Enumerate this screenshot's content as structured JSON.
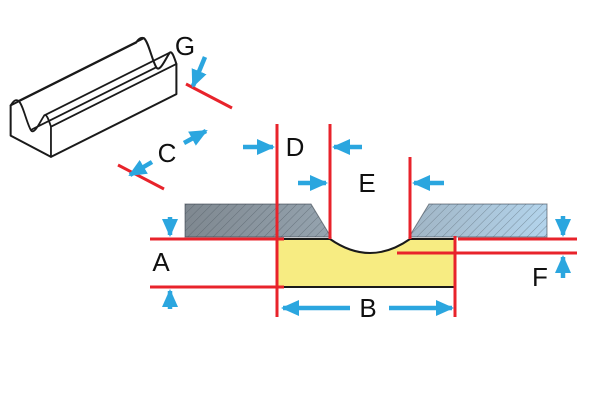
{
  "labels": {
    "a": "A",
    "b": "B",
    "c": "C",
    "d": "D",
    "e": "E",
    "f": "F",
    "g": "G"
  },
  "colors": {
    "dimension-red": "#e8232b",
    "arrow-blue": "#2ba6df",
    "backing-yellow": "#f7ec82",
    "plate-dark": "#7f8890",
    "plate-mid": "#98a7b3",
    "plate-light": "#b3d4ec",
    "outline-black": "#1a1a1a",
    "background": "#ffffff"
  }
}
